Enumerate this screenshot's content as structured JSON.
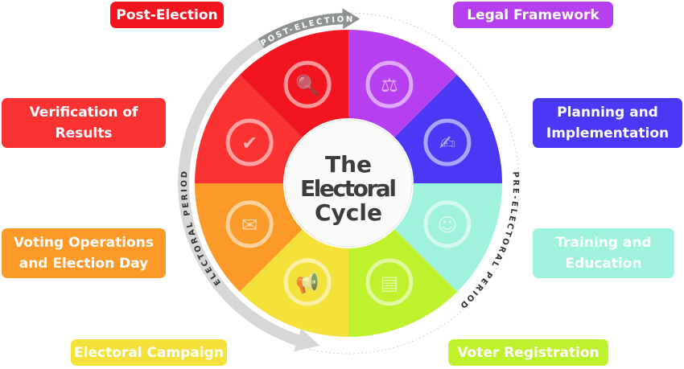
{
  "center_title": [
    "The",
    "Electoral",
    "Cycle"
  ],
  "period_labels": {
    "post": "POST-ELECTION",
    "electoral": "ELECTORAL PERIOD",
    "pre": "PRE-ELECTORAL PERIOD"
  },
  "segments": [
    {
      "label": "Legal Framework",
      "color": "#b63ff0",
      "icon": "scales-icon"
    },
    {
      "label": "Planning and Implementation",
      "color": "#4a38f5",
      "icon": "document-pen-icon"
    },
    {
      "label": "Training and Education",
      "color": "#9ef2de",
      "icon": "people-presentation-icon"
    },
    {
      "label": "Voter Registration",
      "color": "#bef22c",
      "icon": "id-card-icon"
    },
    {
      "label": "Electoral Campaign",
      "color": "#f4e13a",
      "icon": "megaphone-icon"
    },
    {
      "label": "Voting Operations and Election Day",
      "color": "#fb9a28",
      "icon": "ballot-box-icon"
    },
    {
      "label": "Verification of Results",
      "color": "#fb3232",
      "icon": "magnifier-check-icon"
    },
    {
      "label": "Post-Election",
      "color": "#f2141f",
      "icon": "document-search-icon"
    }
  ]
}
